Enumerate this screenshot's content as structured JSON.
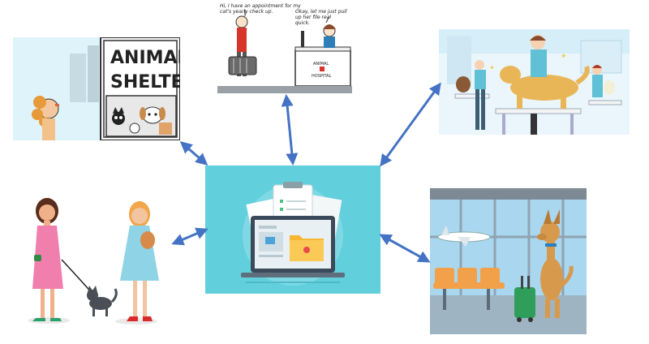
{
  "shelter": {
    "sign_line1": "ANIMAL",
    "sign_line2": "SHELTER"
  },
  "vet_comic": {
    "owner_speech": "Hi, I have an appointment for my cat's yearly check up.",
    "receptionist_speech": "Okay, let me just pull up her file real quick.",
    "desk_label_1": "ANIMAL",
    "desk_label_2": "HOSPITAL"
  },
  "colors": {
    "arrow": "#4472c4",
    "center_bg": "#62cfdc",
    "folder": "#f7b733",
    "airport_seats": "#f2a14a",
    "dress_pink": "#f07fae",
    "dress_blue": "#8fd3e6"
  },
  "icons": [
    "arrow-icon",
    "laptop-icon",
    "folder-icon",
    "clipboard-icon",
    "airplane-icon",
    "suitcase-icon",
    "dog-icon",
    "cat-icon"
  ]
}
